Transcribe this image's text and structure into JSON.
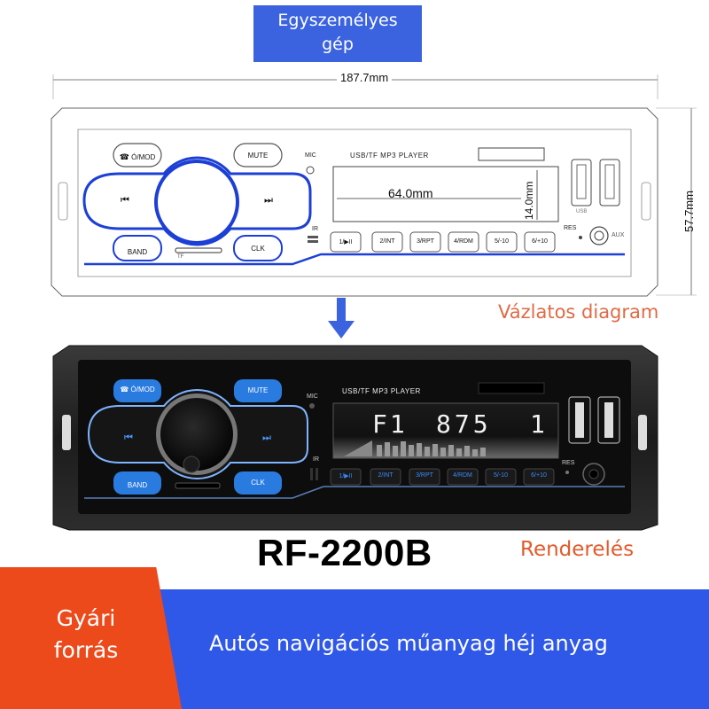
{
  "header": {
    "title_line1": "Egyszemélyes",
    "title_line2": "gép"
  },
  "dimensions": {
    "width": "187.7mm",
    "height": "57.7mm",
    "screen_width": "64.0mm",
    "screen_height": "14.0mm"
  },
  "diagram": {
    "caption": "Vázlatos diagram",
    "brand_text": "USB/TF MP3 PLAYER",
    "mic_label": "MIC",
    "ir_label": "IR",
    "res_label": "RES",
    "aux_label": "AUX",
    "tf_label": "TF",
    "usb_label": "USB",
    "buttons": {
      "mod": "Ó/MOD",
      "mute": "MUTE",
      "prev": "⏮",
      "next": "⏭",
      "band": "BAND",
      "clk": "CLK"
    },
    "presets": [
      "1/▶II",
      "2/INT",
      "3/RPT",
      "4/RDM",
      "5/-10",
      "6/+10"
    ]
  },
  "render": {
    "caption": "Renderelés",
    "brand_text": "USB/TF MP3 PLAYER",
    "mic_label": "MIC",
    "ir_label": "IR",
    "res_label": "RES",
    "display_left": "F1",
    "display_mid": "875",
    "display_right": "1",
    "buttons": {
      "mod": "Ó/MOD",
      "mute": "MUTE",
      "band": "BAND",
      "clk": "CLK"
    },
    "presets": [
      "1/▶II",
      "2/INT",
      "3/RPT",
      "4/RDM",
      "5/-10",
      "6/+10"
    ]
  },
  "model": "RF-2200B",
  "banner": {
    "factory_line1": "Gyári",
    "factory_line2": "forrás",
    "material": "Autós navigációs műanyag héj anyag"
  },
  "colors": {
    "accent_blue": "#3b63e0",
    "line_blue": "#1c3fd6",
    "caption_orange": "#e06a45",
    "banner_red": "#ec4a1b",
    "banner_blue": "#2f58e8",
    "button_blue": "#2a7be0"
  },
  "icons": [
    "down-arrow-icon",
    "phone-icon",
    "prev-track-icon",
    "next-track-icon"
  ]
}
